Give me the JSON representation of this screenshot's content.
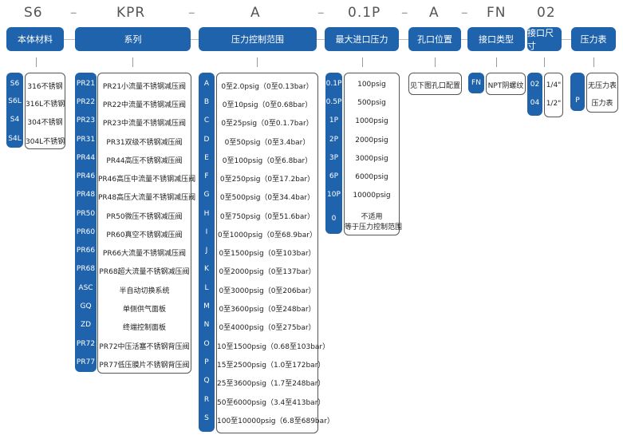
{
  "codes": [
    "S6",
    "KPR",
    "A",
    "0.1P",
    "A",
    "FN",
    "02"
  ],
  "headers": [
    "本体材料",
    "系列",
    "压力控制范围",
    "最大进口压力",
    "孔口位置",
    "接口类型",
    "接口尺寸",
    "压力表"
  ],
  "material": {
    "codes": [
      "S6",
      "S6L",
      "S4",
      "S4L"
    ],
    "labels": [
      "316不锈钢",
      "316L不锈钢",
      "304不锈钢",
      "304L不锈钢"
    ]
  },
  "series": {
    "codes": [
      "PR21",
      "PR22",
      "PR23",
      "PR31",
      "PR44",
      "PR46",
      "PR48",
      "PR50",
      "PR60",
      "PR66",
      "PR68",
      "ASC",
      "GQ",
      "ZD",
      "PR72",
      "PR77"
    ],
    "labels": [
      "PR21小流量不锈钢减压阀",
      "PR22中流量不锈钢减压阀",
      "PR23中流量不锈钢减压阀",
      "PR31双级不锈钢减压阀",
      "PR44高压不锈钢减压阀",
      "PR46高压中流量不锈钢减压阀",
      "PR48高压大流量不锈钢减压阀",
      "PR50微压不锈钢减压阀",
      "PR60真空不锈钢减压阀",
      "PR66大流量不锈钢减压阀",
      "PR68超大流量不锈钢减压阀",
      "半自动切换系统",
      "单侧供气面板",
      "终端控制面板",
      "PR72中压活塞不锈钢背压阀",
      "PR77低压膜片不锈钢背压阀"
    ]
  },
  "pressure_range": {
    "codes": [
      "A",
      "B",
      "C",
      "D",
      "E",
      "F",
      "G",
      "H",
      "I",
      "J",
      "K",
      "L",
      "M",
      "N",
      "O",
      "P",
      "Q",
      "R",
      "S"
    ],
    "labels": [
      "0至2.0psig（0至0.13bar）",
      "0至10psig（0至0.68bar）",
      "0至25psig（0至0.1.7bar）",
      "0至50psig（0至3.4bar）",
      "0至100psig（0至6.8bar）",
      "0至250psig（0至17.2bar）",
      "0至500psig（0至34.4bar）",
      "0至750psig（0至51.6bar）",
      "0至1000psig（0至68.9bar）",
      "0至1500psig（0至103bar）",
      "0至2000psig（0至137bar）",
      "0至3000psig（0至206bar）",
      "0至3600psig（0至248bar）",
      "0至4000psig（0至275bar）",
      "10至1500psig（0.68至103bar）",
      "15至2500psig（1.0至172bar）",
      "25至3600psig（1.7至248bar）",
      "50至6000psig（3.4至413bar）",
      "100至10000psig（6.8至689bar）"
    ]
  },
  "max_inlet": {
    "codes": [
      "0.1P",
      "0.5P",
      "1P",
      "2P",
      "3P",
      "6P",
      "10P",
      "0"
    ],
    "labels": [
      "100psig",
      "500psig",
      "1000psig",
      "2000psig",
      "3000psig",
      "6000psig",
      "10000psig",
      "不适用",
      "等于压力控制范围"
    ]
  },
  "port_position": {
    "label": "见下图孔口配置"
  },
  "port_type": {
    "code": "FN",
    "label": "NPT阴螺纹"
  },
  "port_size": {
    "codes": [
      "02",
      "04"
    ],
    "labels": [
      "1/4\"",
      "1/2\""
    ]
  },
  "gauge": {
    "code": "P",
    "labels": [
      "无压力表",
      "压力表"
    ]
  }
}
